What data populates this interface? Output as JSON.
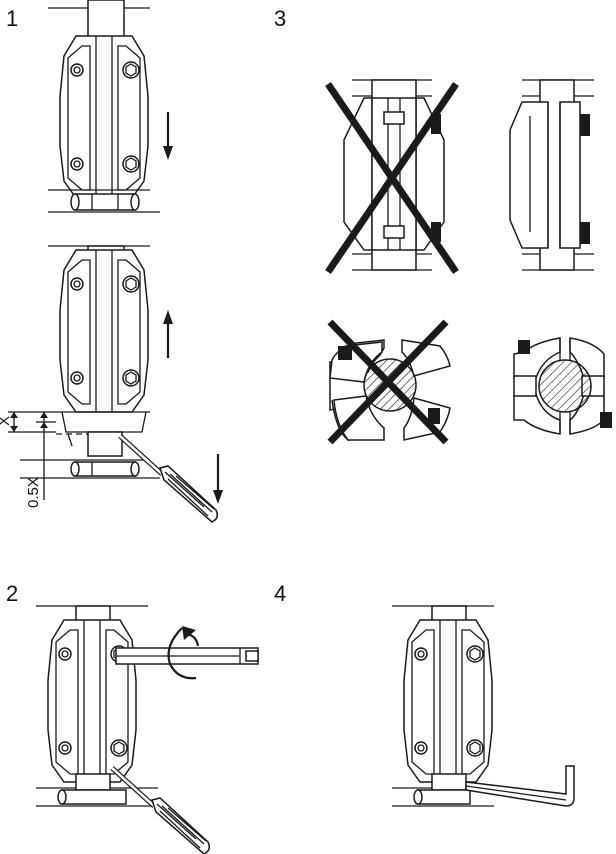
{
  "steps": [
    {
      "number": "1"
    },
    {
      "number": "2"
    },
    {
      "number": "3"
    },
    {
      "number": "4"
    }
  ],
  "dimensions": {
    "gap_label": "X",
    "offset_label": "0.5X"
  },
  "icons": [
    "split-clamp-icon",
    "screwdriver-icon",
    "hex-key-icon",
    "rotation-arrow-icon",
    "down-arrow-icon",
    "up-arrow-icon",
    "wrong-cross-icon"
  ]
}
